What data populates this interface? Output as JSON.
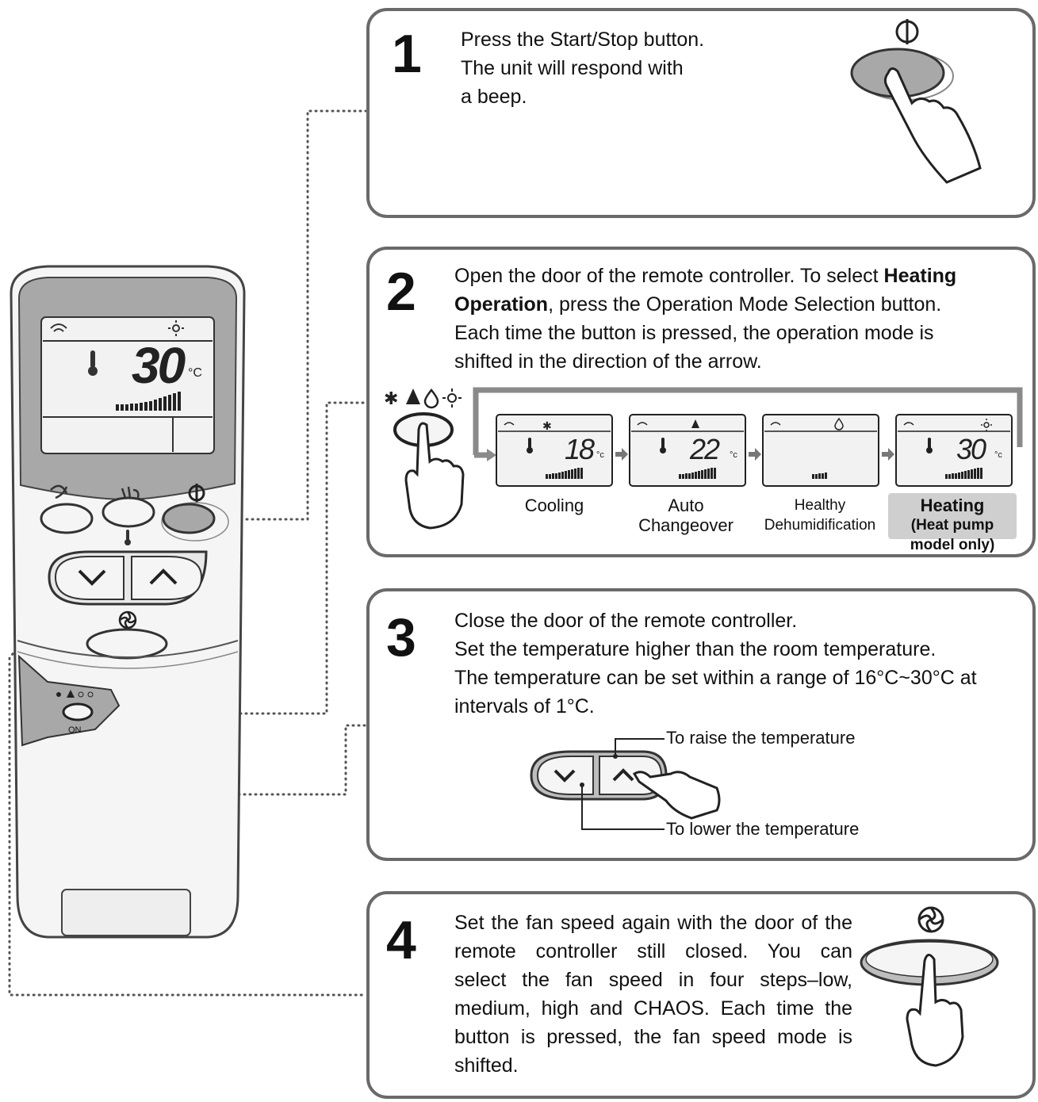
{
  "remote": {
    "display_temp": "30",
    "unit": "°C",
    "on_label": "ON"
  },
  "step1": {
    "number": "1",
    "lines": [
      "Press the Start/Stop button.",
      "The unit will respond with",
      "a beep."
    ]
  },
  "step2": {
    "number": "2",
    "line1_a": "Open the door of the remote controller. To select ",
    "line1_b": "Heating",
    "line2_a": "Operation",
    "line2_b": ", press the Operation Mode Selection button.",
    "line3": "Each time the button is pressed, the operation mode is",
    "line4": "shifted in the direction of the arrow.",
    "modes": [
      {
        "name_line1": "Cooling",
        "name_line2": "",
        "temp": "18"
      },
      {
        "name_line1": "Auto",
        "name_line2": "Changeover",
        "temp": "22"
      },
      {
        "name_line1": "Healthy",
        "name_line2": "Dehumidification",
        "temp": ""
      },
      {
        "name_line1": "Heating",
        "name_line2": "(Heat pump model only)",
        "temp": "30"
      }
    ]
  },
  "step3": {
    "number": "3",
    "lines": [
      "Close the door of the remote controller.",
      "Set the temperature higher than the room temperature.",
      "The temperature can be set within a range of 16°C~30°C at",
      "intervals of 1°C."
    ],
    "raise_label": "To raise the temperature",
    "lower_label": "To lower the temperature"
  },
  "step4": {
    "number": "4",
    "lines": [
      "Set the fan speed again with the door of the",
      "remote controller still closed. You can",
      "select the fan speed in four steps–low,",
      "medium, high and CHAOS. Each time the",
      "button is pressed, the fan speed mode is",
      "shifted."
    ]
  },
  "colors": {
    "border": "#6a6a6a",
    "remote_screen_bezel": "#a8a8a8",
    "lcd_background": "#f2f2f2",
    "highlight": "#cfcfcf"
  }
}
